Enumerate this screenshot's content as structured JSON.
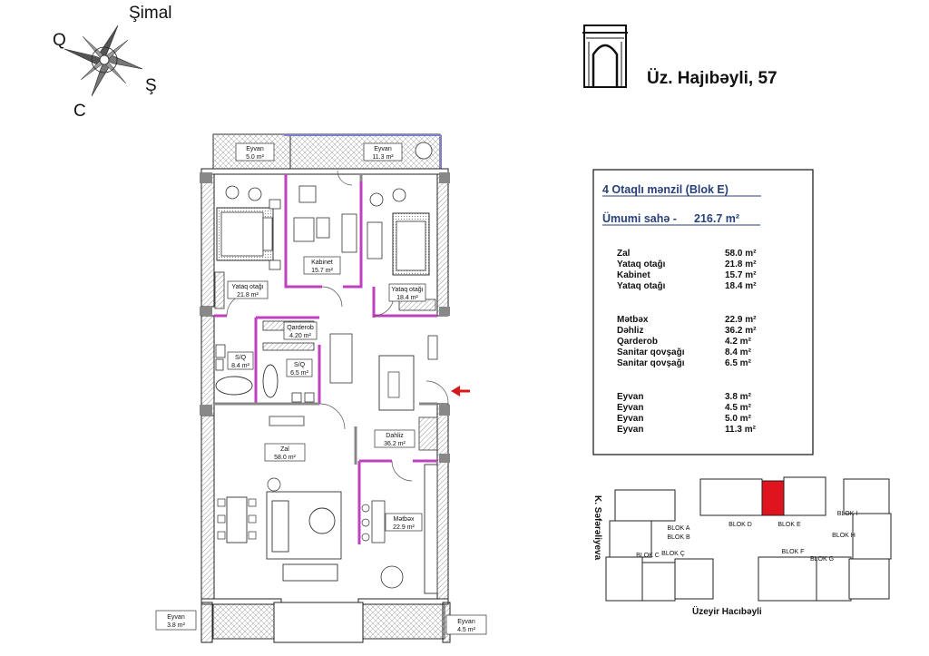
{
  "compass": {
    "north": "Şimal",
    "west": "Q",
    "east": "Ş",
    "south": "C"
  },
  "building": {
    "address": "Üz. Hajıbəyli, 57"
  },
  "summary": {
    "title": "4 Otaqlı mənzil (Blok E)",
    "total_label": "Ümumi sahə -",
    "total_value": "216.7 m²",
    "groups": [
      [
        {
          "name": "Zal",
          "area": "58.0 m²"
        },
        {
          "name": "Yataq otağı",
          "area": "21.8  m²"
        },
        {
          "name": "Kabinet",
          "area": "15.7 m²"
        },
        {
          "name": "Yataq otağı",
          "area": "18.4  m²"
        }
      ],
      [
        {
          "name": "Mətbəx",
          "area": "22.9 m²"
        },
        {
          "name": "Dəhliz",
          "area": "36.2 m²"
        },
        {
          "name": "Qarderob",
          "area": "4.2 m²"
        },
        {
          "name": "Sanitar qovşağı",
          "area": "8.4 m²"
        },
        {
          "name": "Sanitar qovşağı",
          "area": "6.5 m²"
        }
      ],
      [
        {
          "name": "Eyvan",
          "area": "3.8 m²"
        },
        {
          "name": "Eyvan",
          "area": "4.5 m²"
        },
        {
          "name": "Eyvan",
          "area": "5.0 m²"
        },
        {
          "name": "Eyvan",
          "area": "11.3 m²"
        }
      ]
    ]
  },
  "plan": {
    "rooms": [
      {
        "name": "Eyvan",
        "area": "5.0 m²"
      },
      {
        "name": "Eyvan",
        "area": "11.3 m²"
      },
      {
        "name": "Kabinet",
        "area": "15.7 m²"
      },
      {
        "name": "Yataq otağı",
        "area": "21.8 m²"
      },
      {
        "name": "Yataq otağı",
        "area": "18.4 m²"
      },
      {
        "name": "Qarderob",
        "area": "4.20 m²"
      },
      {
        "name": "S/Q",
        "area": "8.4 m²"
      },
      {
        "name": "S/Q",
        "area": "6.5 m²"
      },
      {
        "name": "Dahliz",
        "area": "36.2 m²"
      },
      {
        "name": "Zal",
        "area": "58.0 m²"
      },
      {
        "name": "Mətbəx",
        "area": "22.9 m²"
      },
      {
        "name": "Eyvan",
        "area": "3.8 m²"
      },
      {
        "name": "Eyvan",
        "area": "4.5 m²"
      }
    ]
  },
  "site_plan": {
    "street_left": "K. Səfərəliyeva",
    "street_bottom": "Üzeyir Hacıbəyli",
    "blocks": [
      "BLOK D",
      "BLOK E",
      "BLOK A",
      "BLOK B",
      "BLOK C",
      "BLOK Ç",
      "BLOK F",
      "BLOK G",
      "BLOK I",
      "BLOK H"
    ]
  },
  "colors": {
    "accent_wall": "#c040c0",
    "title_blue": "#27407a",
    "highlight": "#e0141e",
    "entrance_arrow": "#d81818"
  }
}
